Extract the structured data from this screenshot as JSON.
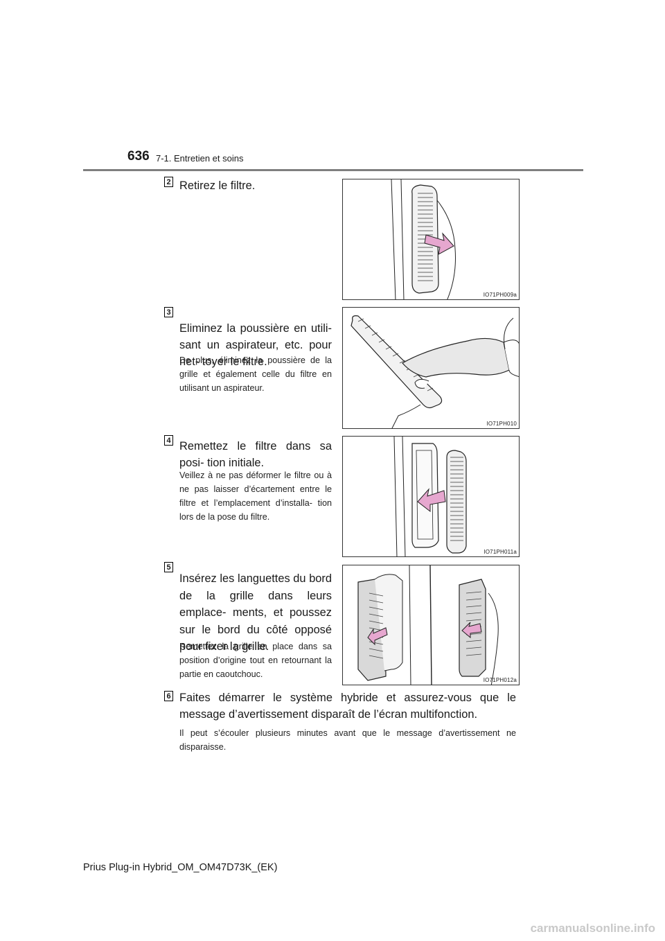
{
  "header": {
    "page_number": "636",
    "section": "7-1. Entretien et soins"
  },
  "steps": [
    {
      "badge": "2",
      "text": "Retirez le filtre.",
      "note": "",
      "figure_code": "IO71PH009a"
    },
    {
      "badge": "3",
      "text": "Eliminez la poussière en utili- sant un aspirateur, etc. pour net- toyer le filtre.",
      "note": "De plus, éliminez la poussière de la grille et également celle du filtre en utilisant un aspirateur.",
      "figure_code": "IO71PH010"
    },
    {
      "badge": "4",
      "text": "Remettez le filtre dans sa posi- tion initiale.",
      "note": "Veillez à ne pas déformer le filtre ou à ne pas laisser d’écartement entre le filtre et l’emplacement d’installa- tion lors de la pose du filtre.",
      "figure_code": "IO71PH011a"
    },
    {
      "badge": "5",
      "text": "Insérez les languettes du bord de la grille dans leurs emplace- ments, et poussez sur le bord du côté opposé pour fixer la grille.",
      "note": "Remettez la grille en place dans sa position d’origine tout en retournant la partie en caoutchouc.",
      "figure_code": "IO71PH012a"
    },
    {
      "badge": "6",
      "text": "Faites démarrer le système hybride et assurez-vous que le message d’avertissement disparaît de l’écran multifonction.",
      "note": "Il peut s’écouler plusieurs minutes avant que le message d’avertissement ne disparaisse.",
      "figure_code": ""
    }
  ],
  "footer": {
    "model": "Prius Plug-in Hybrid_OM_OM47D73K_(EK)",
    "watermark": "carmanualsonline.info"
  },
  "colors": {
    "arrow": "#e6a7cf",
    "rule": "#7f7f7f"
  }
}
